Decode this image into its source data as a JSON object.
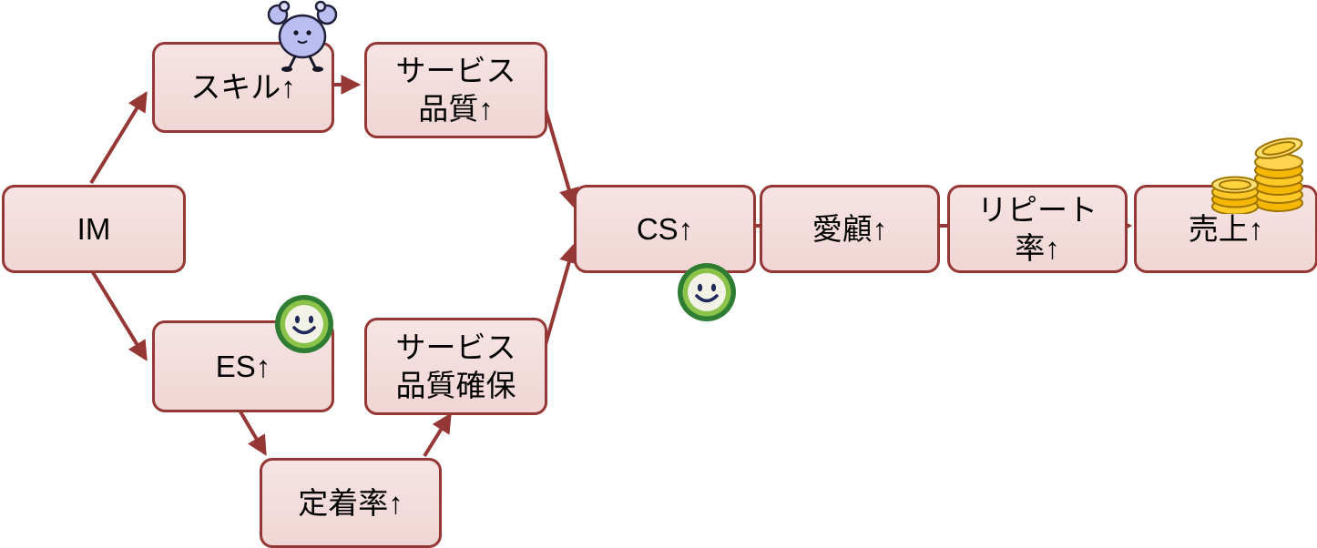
{
  "diagram": {
    "nodes": [
      {
        "id": "im",
        "lines": [
          "IM"
        ]
      },
      {
        "id": "skill-up",
        "lines": [
          "スキル↑"
        ]
      },
      {
        "id": "service-quality-up",
        "lines": [
          "サービス",
          "品質↑"
        ]
      },
      {
        "id": "es-up",
        "lines": [
          "ES↑"
        ]
      },
      {
        "id": "service-quality-assurance",
        "lines": [
          "サービス",
          "品質確保"
        ]
      },
      {
        "id": "retention-rate-up",
        "lines": [
          "定着率↑"
        ]
      },
      {
        "id": "cs-up",
        "lines": [
          "CS↑"
        ]
      },
      {
        "id": "loyalty-up",
        "lines": [
          "愛顧↑"
        ]
      },
      {
        "id": "repeat-rate-up",
        "lines": [
          "リピート",
          "率↑"
        ]
      },
      {
        "id": "sales-up",
        "lines": [
          "売上↑"
        ]
      }
    ],
    "edges": [
      {
        "from": "im",
        "to": "skill-up",
        "arrow": true
      },
      {
        "from": "im",
        "to": "es-up",
        "arrow": true
      },
      {
        "from": "skill-up",
        "to": "service-quality-up",
        "arrow": true
      },
      {
        "from": "service-quality-up",
        "to": "cs-up",
        "arrow": true
      },
      {
        "from": "es-up",
        "to": "retention-rate-up",
        "arrow": true
      },
      {
        "from": "retention-rate-up",
        "to": "service-quality-assurance",
        "arrow": true
      },
      {
        "from": "service-quality-assurance",
        "to": "cs-up",
        "arrow": true
      },
      {
        "from": "cs-up",
        "to": "loyalty-up",
        "arrow": false
      },
      {
        "from": "loyalty-up",
        "to": "repeat-rate-up",
        "arrow": false
      },
      {
        "from": "repeat-rate-up",
        "to": "sales-up",
        "arrow": true
      }
    ],
    "icons": [
      {
        "name": "muscle-figure-icon",
        "attached_to": "skill-up"
      },
      {
        "name": "smiley-icon",
        "attached_to": "es-up"
      },
      {
        "name": "smiley-icon",
        "attached_to": "cs-up"
      },
      {
        "name": "gold-coins-icon",
        "attached_to": "sales-up"
      }
    ],
    "colors": {
      "box_fill": "#f2dcdb",
      "box_border": "#953735",
      "arrow": "#953735",
      "text": "#000000",
      "smiley_green": "#2f7d32",
      "coin_gold": "#ffc928"
    }
  }
}
